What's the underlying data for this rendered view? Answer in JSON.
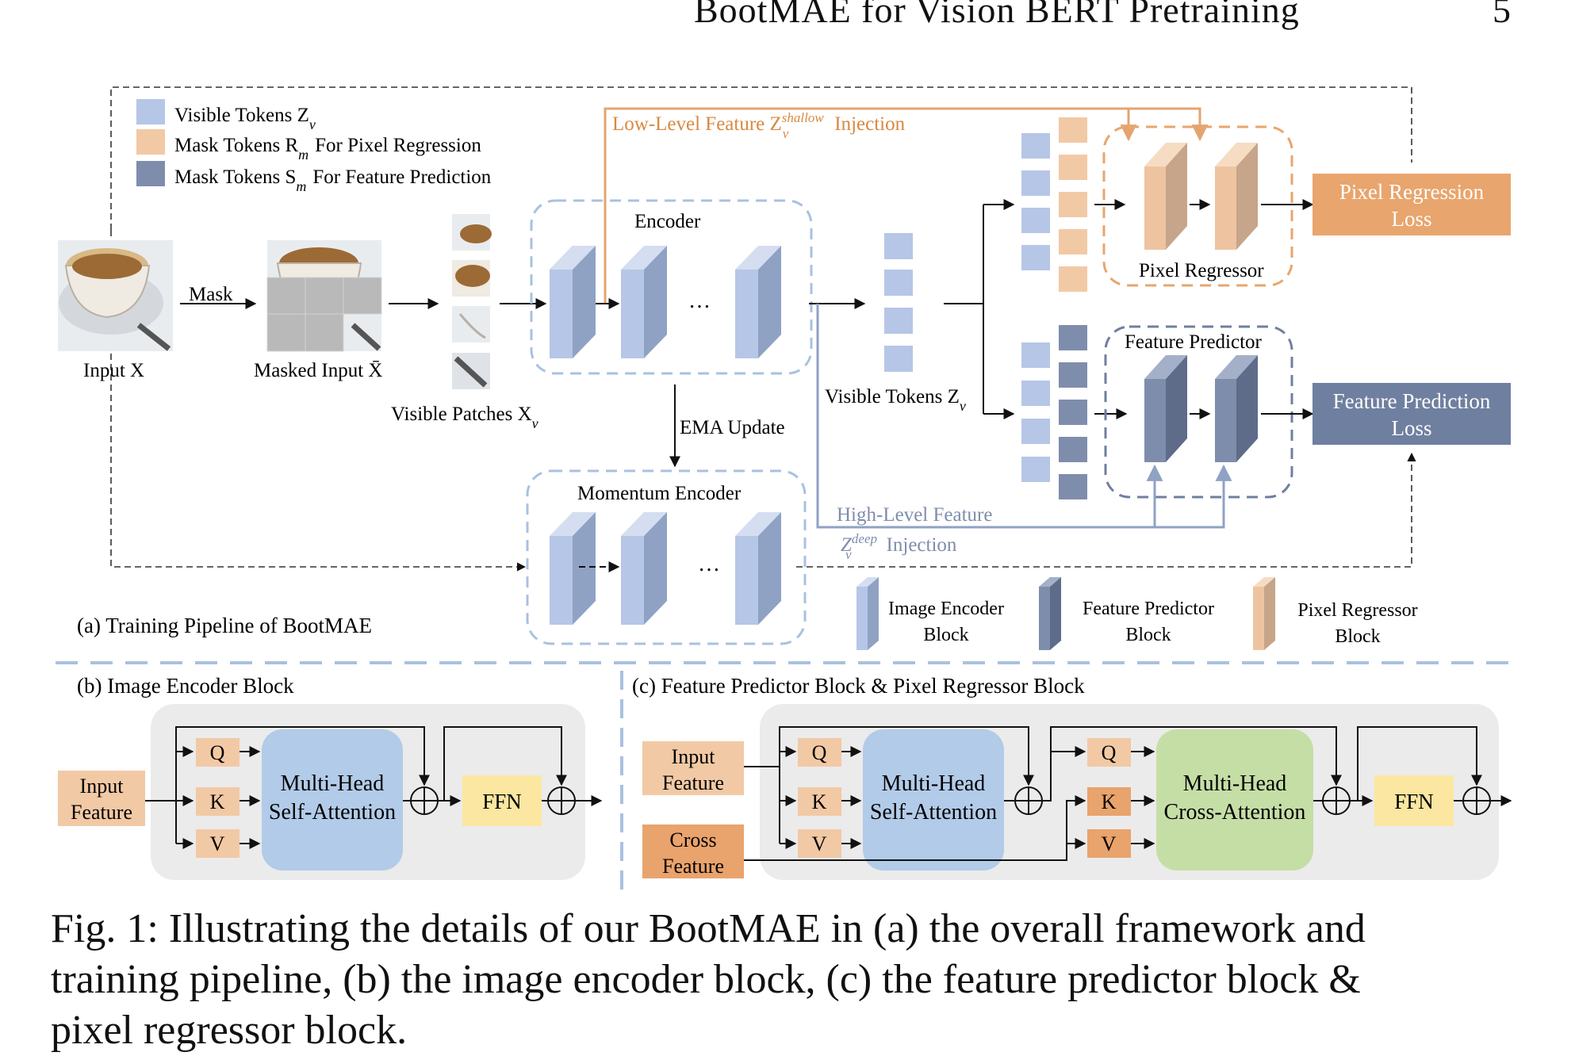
{
  "header": {
    "running_head": "BootMAE for Vision BERT Pretraining",
    "page_number": "5"
  },
  "legend": {
    "visible_tokens": "Visible Tokens Z",
    "mask_pixel": "Mask Tokens R",
    "mask_pixel_sub": "m",
    "mask_pixel_rest": "For Pixel Regression",
    "mask_feature": "Mask Tokens S",
    "mask_feature_sub": "m",
    "mask_feature_rest": "For Feature Prediction",
    "sub_v": "v"
  },
  "panel_a": {
    "low_level_label": "Low-Level Feature Z",
    "low_level_sup": "shallow",
    "low_level_sub": "v",
    "low_level_tail": "Injection",
    "input_label": "Input X",
    "mask_label": "Mask",
    "masked_input_label": "Masked Input X̄",
    "visible_patches_label": "Visible Patches X",
    "visible_patches_sub": "v",
    "encoder_label": "Encoder",
    "ellipsis": "…",
    "ema_label": "EMA Update",
    "momentum_label": "Momentum Encoder",
    "visible_tokens_label": "Visible Tokens Z",
    "visible_tokens_sub": "v",
    "pixel_regressor_label": "Pixel Regressor",
    "feature_predictor_label": "Feature Predictor",
    "pixel_loss_line1": "Pixel Regression",
    "pixel_loss_line2": "Loss",
    "feature_loss_line1": "Feature Prediction",
    "feature_loss_line2": "Loss",
    "high_level_line1": "High-Level Feature",
    "high_level_z": "Z",
    "high_level_sup": "deep",
    "high_level_sub": "v",
    "high_level_tail": "Injection",
    "caption": "(a) Training Pipeline of BootMAE",
    "block_legend": [
      {
        "line1": "Image Encoder",
        "line2": "Block"
      },
      {
        "line1": "Feature Predictor",
        "line2": "Block"
      },
      {
        "line1": "Pixel Regressor",
        "line2": "Block"
      }
    ]
  },
  "panel_b": {
    "caption": "(b) Image Encoder Block",
    "input_line1": "Input",
    "input_line2": "Feature",
    "q": "Q",
    "k": "K",
    "v": "V",
    "attn_line1": "Multi-Head",
    "attn_line2": "Self-Attention",
    "ffn": "FFN"
  },
  "panel_c": {
    "caption": "(c) Feature Predictor Block & Pixel Regressor Block",
    "input_line1": "Input",
    "input_line2": "Feature",
    "cross_line1": "Cross",
    "cross_line2": "Feature",
    "q": "Q",
    "k": "K",
    "v": "V",
    "self_attn_line1": "Multi-Head",
    "self_attn_line2": "Self-Attention",
    "cross_attn_line1": "Multi-Head",
    "cross_attn_line2": "Cross-Attention",
    "ffn": "FFN"
  },
  "caption": {
    "line1": "Fig. 1: Illustrating the details of our BootMAE in (a) the overall framework and",
    "line2": "training pipeline, (b) the image encoder block, (c) the feature predictor block &",
    "line3": "pixel regressor block."
  },
  "colors": {
    "encoder_block": "#b6c6e6",
    "pixel_block": "#eec4a0",
    "feature_block": "#7f8dac",
    "pixel_accent": "#e8a56d",
    "feature_accent": "#6f7f9f",
    "self_attention": "#b2cbe8",
    "cross_attention": "#c5dea6",
    "ffn": "#fbe7a1",
    "qkv": "#f2c9a5",
    "qkv_dark": "#e9a36c",
    "panel_bg": "#ebebeb",
    "dash_divider": "#a9c1e0"
  }
}
